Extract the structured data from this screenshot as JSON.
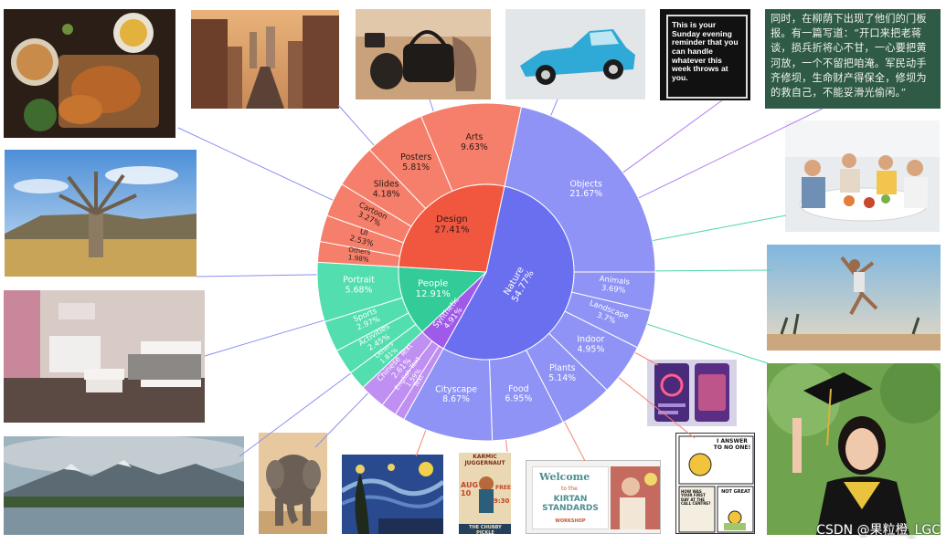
{
  "chart_data": {
    "type": "sunburst",
    "inner": [
      {
        "name": "Nature",
        "value": 54.77,
        "color": "#6a6ff0",
        "label": "Nature\n54.77%"
      },
      {
        "name": "Synthetic",
        "value": 4.91,
        "color": "#9f5ae9",
        "label": "Synthetic\n4.91%"
      },
      {
        "name": "People",
        "value": 12.91,
        "color": "#33cc99",
        "label": "People\n12.91%"
      },
      {
        "name": "Design",
        "value": 27.41,
        "color": "#f1573f",
        "label": "Design\n27.41%"
      }
    ],
    "outer": [
      {
        "name": "Objects",
        "parent": "Nature",
        "value": 21.67,
        "label": "Objects\n21.67%"
      },
      {
        "name": "Text",
        "parent": "Synthetic",
        "value": 1.0,
        "label": "Text"
      },
      {
        "name": "English Text",
        "parent": "Synthetic",
        "value": 1.59,
        "label": "English Text\n1.59%"
      },
      {
        "name": "Chinese Text",
        "parent": "Synthetic",
        "value": 2.61,
        "label": "Chinese Text\n2.61%"
      },
      {
        "name": "Others",
        "parent": "People",
        "value": 1.81,
        "label": "Others\n1.81%"
      },
      {
        "name": "Activities",
        "parent": "People",
        "value": 2.45,
        "label": "Activities\n2.45%"
      },
      {
        "name": "Sports",
        "parent": "People",
        "value": 2.97,
        "label": "Sports\n2.97%"
      },
      {
        "name": "Portrait",
        "parent": "People",
        "value": 5.68,
        "label": "Portrait\n5.68%"
      },
      {
        "name": "Others",
        "parent": "Design",
        "value": 1.98,
        "label": "Others\n1.98%"
      },
      {
        "name": "UI",
        "parent": "Design",
        "value": 2.53,
        "label": "UI\n2.53%"
      },
      {
        "name": "Cartoon",
        "parent": "Design",
        "value": 3.27,
        "label": "Cartoon\n3.27%"
      },
      {
        "name": "Slides",
        "parent": "Design",
        "value": 4.18,
        "label": "Slides\n4.18%"
      },
      {
        "name": "Posters",
        "parent": "Design",
        "value": 5.81,
        "label": "Posters\n5.81%"
      },
      {
        "name": "Arts",
        "parent": "Design",
        "value": 9.63,
        "label": "Arts\n9.63%"
      },
      {
        "name": "Animals",
        "parent": "Nature",
        "value": 3.69,
        "label": "Animals\n3.69%"
      },
      {
        "name": "Landscape",
        "parent": "Nature",
        "value": 3.7,
        "label": "Landscape\n3.7%"
      },
      {
        "name": "Indoor",
        "parent": "Nature",
        "value": 4.95,
        "label": "Indoor\n4.95%"
      },
      {
        "name": "Plants",
        "parent": "Nature",
        "value": 5.14,
        "label": "Plants\n5.14%"
      },
      {
        "name": "Food",
        "parent": "Nature",
        "value": 6.95,
        "label": "Food\n6.95%"
      },
      {
        "name": "Cityscape",
        "parent": "Nature",
        "value": 8.67,
        "label": "Cityscape\n8.67%"
      }
    ]
  },
  "thumbnails": {
    "reminder_text": "This is your Sunday evening reminder that you can handle whatever this week throws at you.",
    "chalkboard_text": "同时，在柳荫下出现了他们的门板报。有一篇写道：“开口来把老蒋谈，损兵折将心不甘，一心要把黄河放，一个不留把咱淹。军民动手齐修坝，生命财产得保全，修坝为的救自己，不能妥滑光偷闲。”",
    "welcome_title": "Welcome",
    "welcome_sub": "to the",
    "welcome_main": "KIRTAN STANDARDS",
    "welcome_foot": "WORKSHOP",
    "poster_title": "KARMIC JUGGERNAUT",
    "poster_date": "AUG 10",
    "poster_time": "9:30",
    "poster_free": "FREE",
    "poster_venue": "THE CHUBBY PICKLE",
    "comic_bubble": "I ANSWER TO NO ONE!",
    "comic_caption1": "HOW WAS YOUR FIRST DAY AT THE CALL CENTRE?",
    "comic_caption2": "NOT GREAT",
    "watermark": "CSDN @果粒橙_LGC"
  },
  "colors": {
    "nature": "#6a6ff0",
    "nature_light": "#8f93f5",
    "synthetic": "#9f5ae9",
    "synthetic_light": "#bf8ff2",
    "people": "#33cc99",
    "people_light": "#52deae",
    "design": "#f1573f",
    "design_light": "#f57f6a"
  }
}
